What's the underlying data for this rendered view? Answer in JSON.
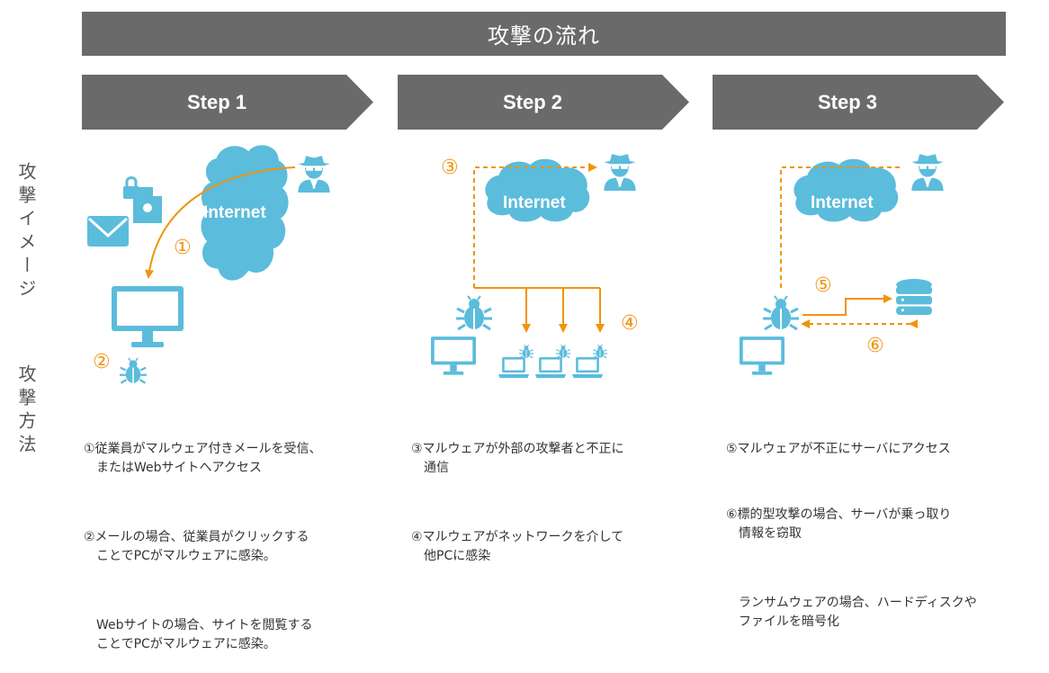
{
  "title": "攻撃の流れ",
  "steps": [
    {
      "label": "Step 1"
    },
    {
      "label": "Step 2"
    },
    {
      "label": "Step 3"
    }
  ],
  "side_labels": {
    "image": "攻撃イメージ",
    "method": "攻撃方法"
  },
  "cloud_label": "Internet",
  "markers": [
    "①",
    "②",
    "③",
    "④",
    "⑤",
    "⑥"
  ],
  "descriptions": {
    "step1": [
      "①従業員がマルウェア付きメールを受信、\n　またはWebサイトへアクセス",
      "②メールの場合、従業員がクリックする\n　ことでPCがマルウェアに感染。",
      "　Webサイトの場合、サイトを閲覧する\n　ことでPCがマルウェアに感染。"
    ],
    "step2": [
      "③マルウェアが外部の攻撃者と不正に\n　通信",
      "④マルウェアがネットワークを介して\n　他PCに感染"
    ],
    "step3": [
      "⑤マルウェアが不正にサーバにアクセス",
      "⑥標的型攻撃の場合、サーバが乗っ取り\n　情報を窃取",
      "　ランサムウェアの場合、ハードディスクや\n　ファイルを暗号化"
    ]
  },
  "colors": {
    "accent": "#f0940d",
    "icon": "#5bbcdc",
    "header": "#6a6a6a"
  }
}
